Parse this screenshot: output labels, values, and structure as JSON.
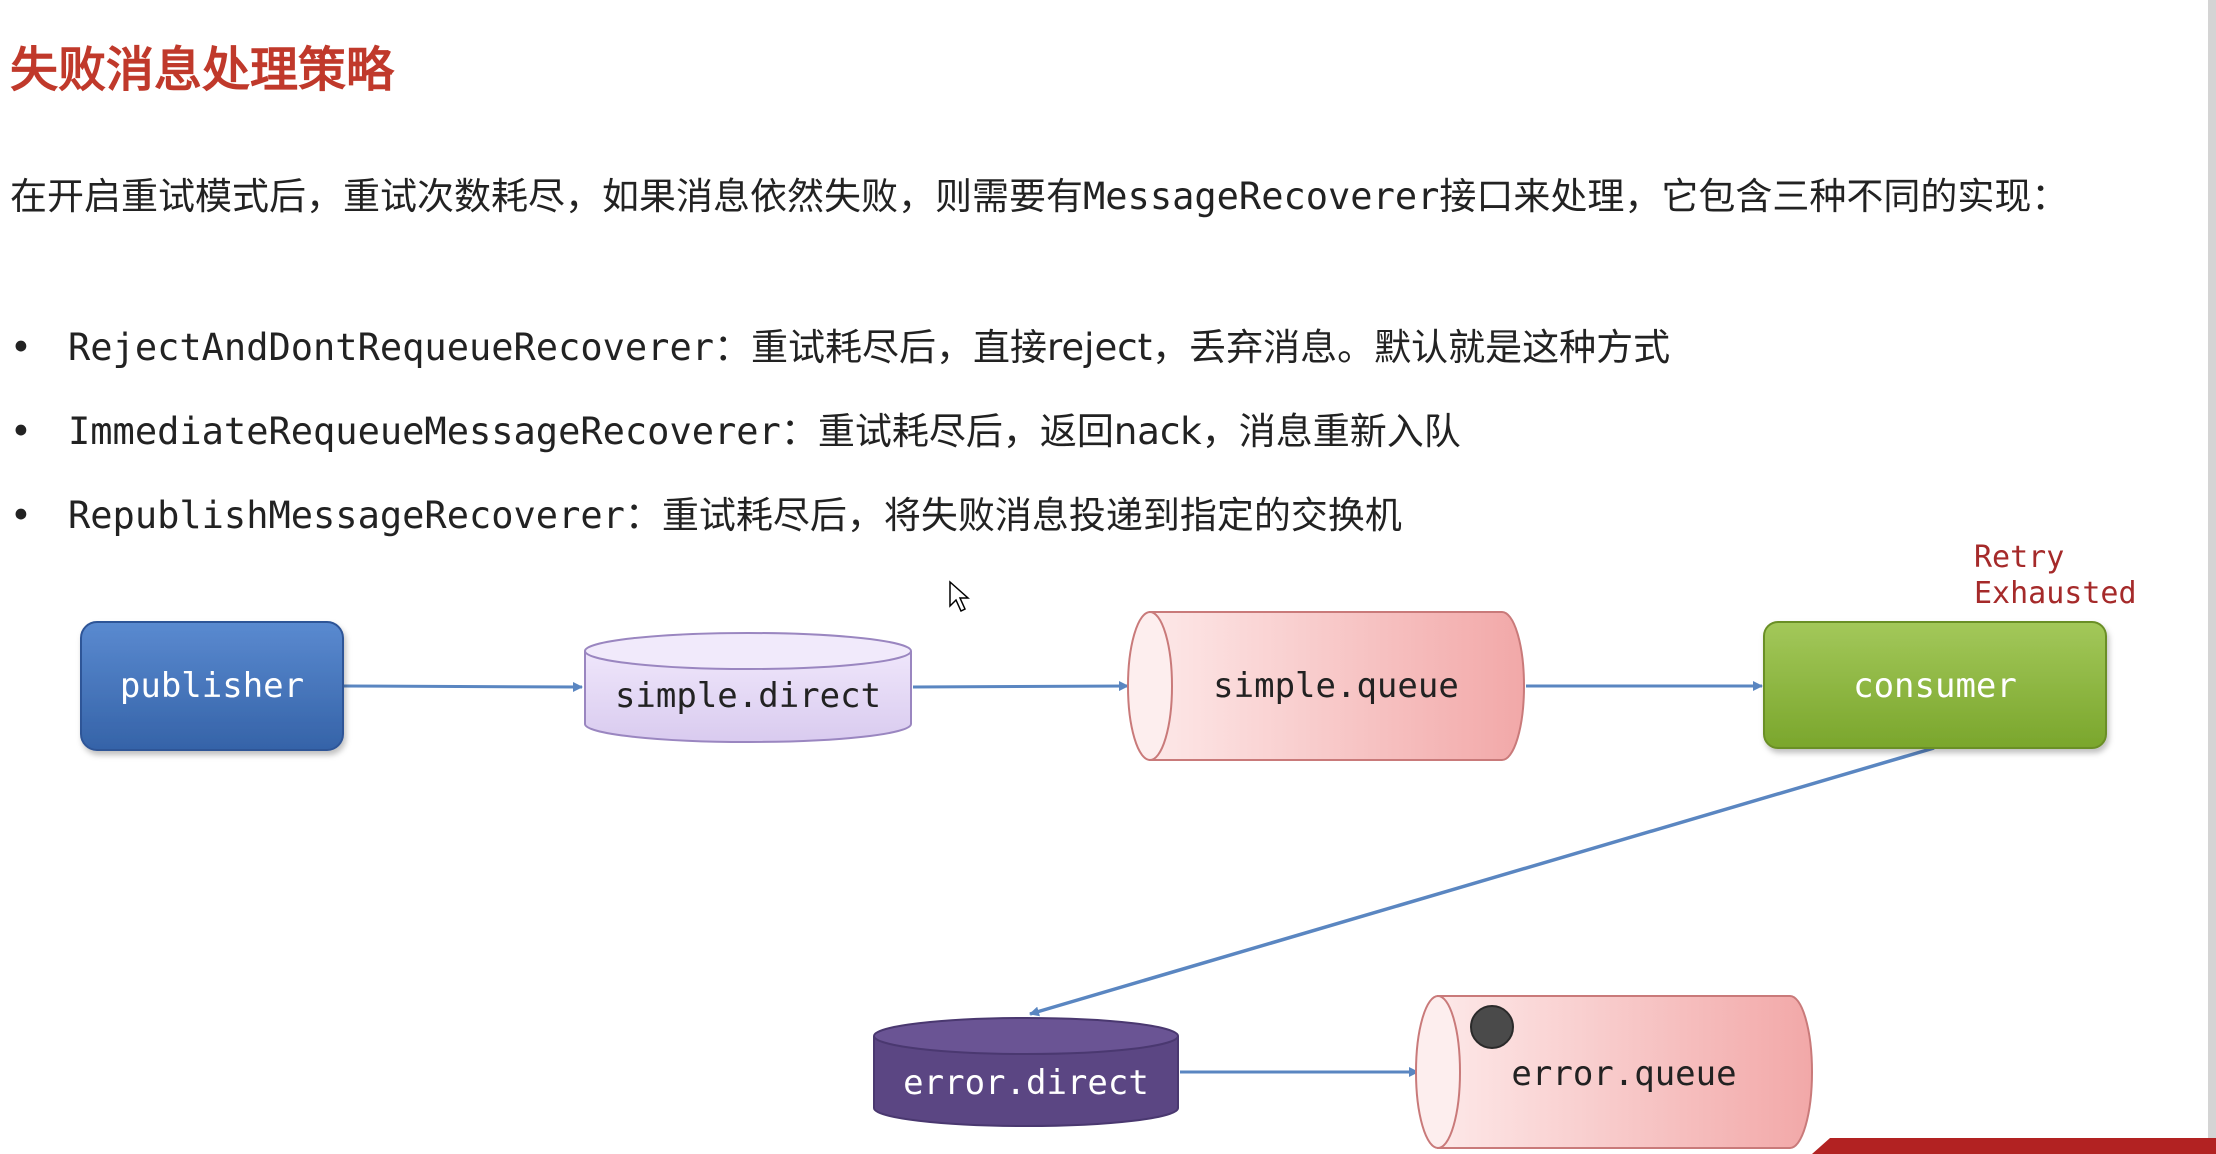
{
  "title": "失败消息处理策略",
  "intro": {
    "part1": "在开启重试模式后，重试次数耗尽，如果消息依然失败，则需要有",
    "code": "MessageRecoverer",
    "part2": "接口来处理，它包含三种不同的实现："
  },
  "bullets": [
    {
      "marker": "•",
      "code": "RejectAndDontRequeueRecoverer",
      "text": "：重试耗尽后，直接reject，丢弃消息。默认就是这种方式"
    },
    {
      "marker": "•",
      "code": "ImmediateRequeueMessageRecoverer",
      "text": "：重试耗尽后，返回nack，消息重新入队"
    },
    {
      "marker": "•",
      "code": "RepublishMessageRecoverer",
      "text": "：重试耗尽后，将失败消息投递到指定的交换机"
    }
  ],
  "diagram": {
    "nodes": {
      "publisher": "publisher",
      "simple_direct": "simple.direct",
      "simple_queue": "simple.queue",
      "consumer": "consumer",
      "error_direct": "error.direct",
      "error_queue": "error.queue"
    },
    "retry_note_line1": "Retry",
    "retry_note_line2": "Exhausted"
  },
  "colors": {
    "title": "#c0392b",
    "publisher": "#3d6fb6",
    "simple_direct": "#e6dcf4",
    "queue": "#f4b4b4",
    "consumer": "#8bb13a",
    "error_direct": "#5b4683",
    "arrow": "#5a86c1",
    "retry_note": "#a52a2a"
  }
}
